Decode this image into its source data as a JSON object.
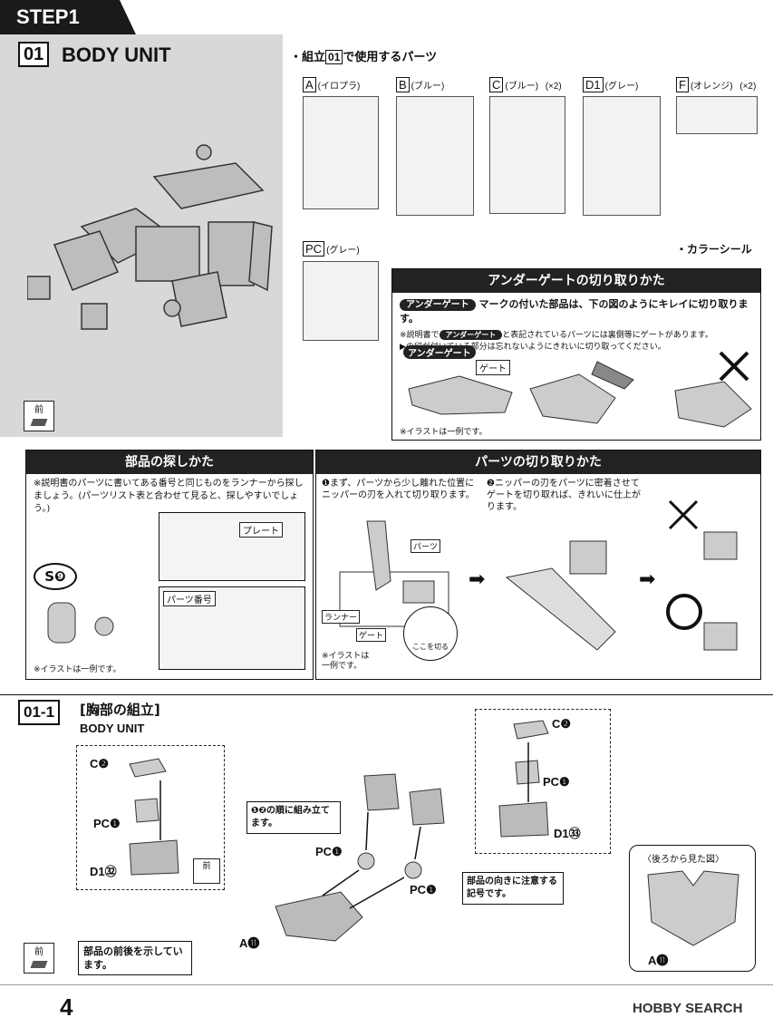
{
  "header": {
    "step": "STEP1",
    "unit_number": "01",
    "unit_title": "BODY UNIT"
  },
  "front_badge": {
    "label": "前"
  },
  "parts_list": {
    "title_prefix": "・組立",
    "title_num": "01",
    "title_suffix": "で使用するパーツ",
    "runners": [
      {
        "code": "A",
        "color": "(イロプラ)",
        "qty": ""
      },
      {
        "code": "B",
        "color": "(ブルー)",
        "qty": ""
      },
      {
        "code": "C",
        "color": "(ブルー)",
        "qty": "(×2)"
      },
      {
        "code": "D1",
        "color": "(グレー)",
        "qty": ""
      },
      {
        "code": "F",
        "color": "(オレンジ)",
        "qty": "(×2)"
      },
      {
        "code": "PC",
        "color": "(グレー)",
        "qty": ""
      }
    ],
    "color_seal": "・カラーシール"
  },
  "undergate": {
    "title": "アンダーゲートの切り取りかた",
    "pill": "アンダーゲート",
    "line1": "マークの付いた部品は、下の図のようにキレイに切り取ります。",
    "note1_a": "※説明書で",
    "note1_b": "と表記されているパーツには裏側等にゲートがあります。",
    "note2": "▶の印が付いている部分は忘れないようにきれいに切り取ってください。",
    "gate": "ゲート",
    "example": "※イラストは一例です。"
  },
  "find_parts": {
    "title": "部品の探しかた",
    "desc": "※説明書のパーツに書いてある番号と同じものをランナーから探しましょう。(パーツリスト表と合わせて見ると、探しやすいでしょう。)",
    "plate": "プレート",
    "part_number": "パーツ番号",
    "s_label": "S❾",
    "example": "※イラストは一例です。"
  },
  "cut_parts": {
    "title": "パーツの切り取りかた",
    "step1": "❶まず、パーツから少し離れた位置にニッパーの刃を入れて切り取ります。",
    "step2": "❷ニッパーの刃をパーツに密着させてゲートを切り取れば、きれいに仕上がります。",
    "parts": "パーツ",
    "runner": "ランナー",
    "gate": "ゲート",
    "cut_here": "ここを切る",
    "example": "※イラストは一例です。"
  },
  "assembly": {
    "number": "01-1",
    "title": "[胸部の組立]",
    "subtitle": "BODY UNIT",
    "left": {
      "c": "C❷",
      "pc": "PC❶",
      "d": "D1㉜"
    },
    "right": {
      "c": "C❷",
      "pc": "PC❶",
      "d": "D1㉝"
    },
    "center": {
      "pc_left": "PC❶",
      "pc_right": "PC❶",
      "a": "A⓫"
    },
    "order_note": "❶❷の順に組み立てます。",
    "direction_note": "部品の向きに注意する記号です。",
    "back_view": "〈後ろから見た図〉",
    "back_a": "A⓫",
    "front_back_note": "部品の前後を示しています。"
  },
  "footer": {
    "page_number": "4",
    "brand": "HOBBY SEARCH"
  }
}
